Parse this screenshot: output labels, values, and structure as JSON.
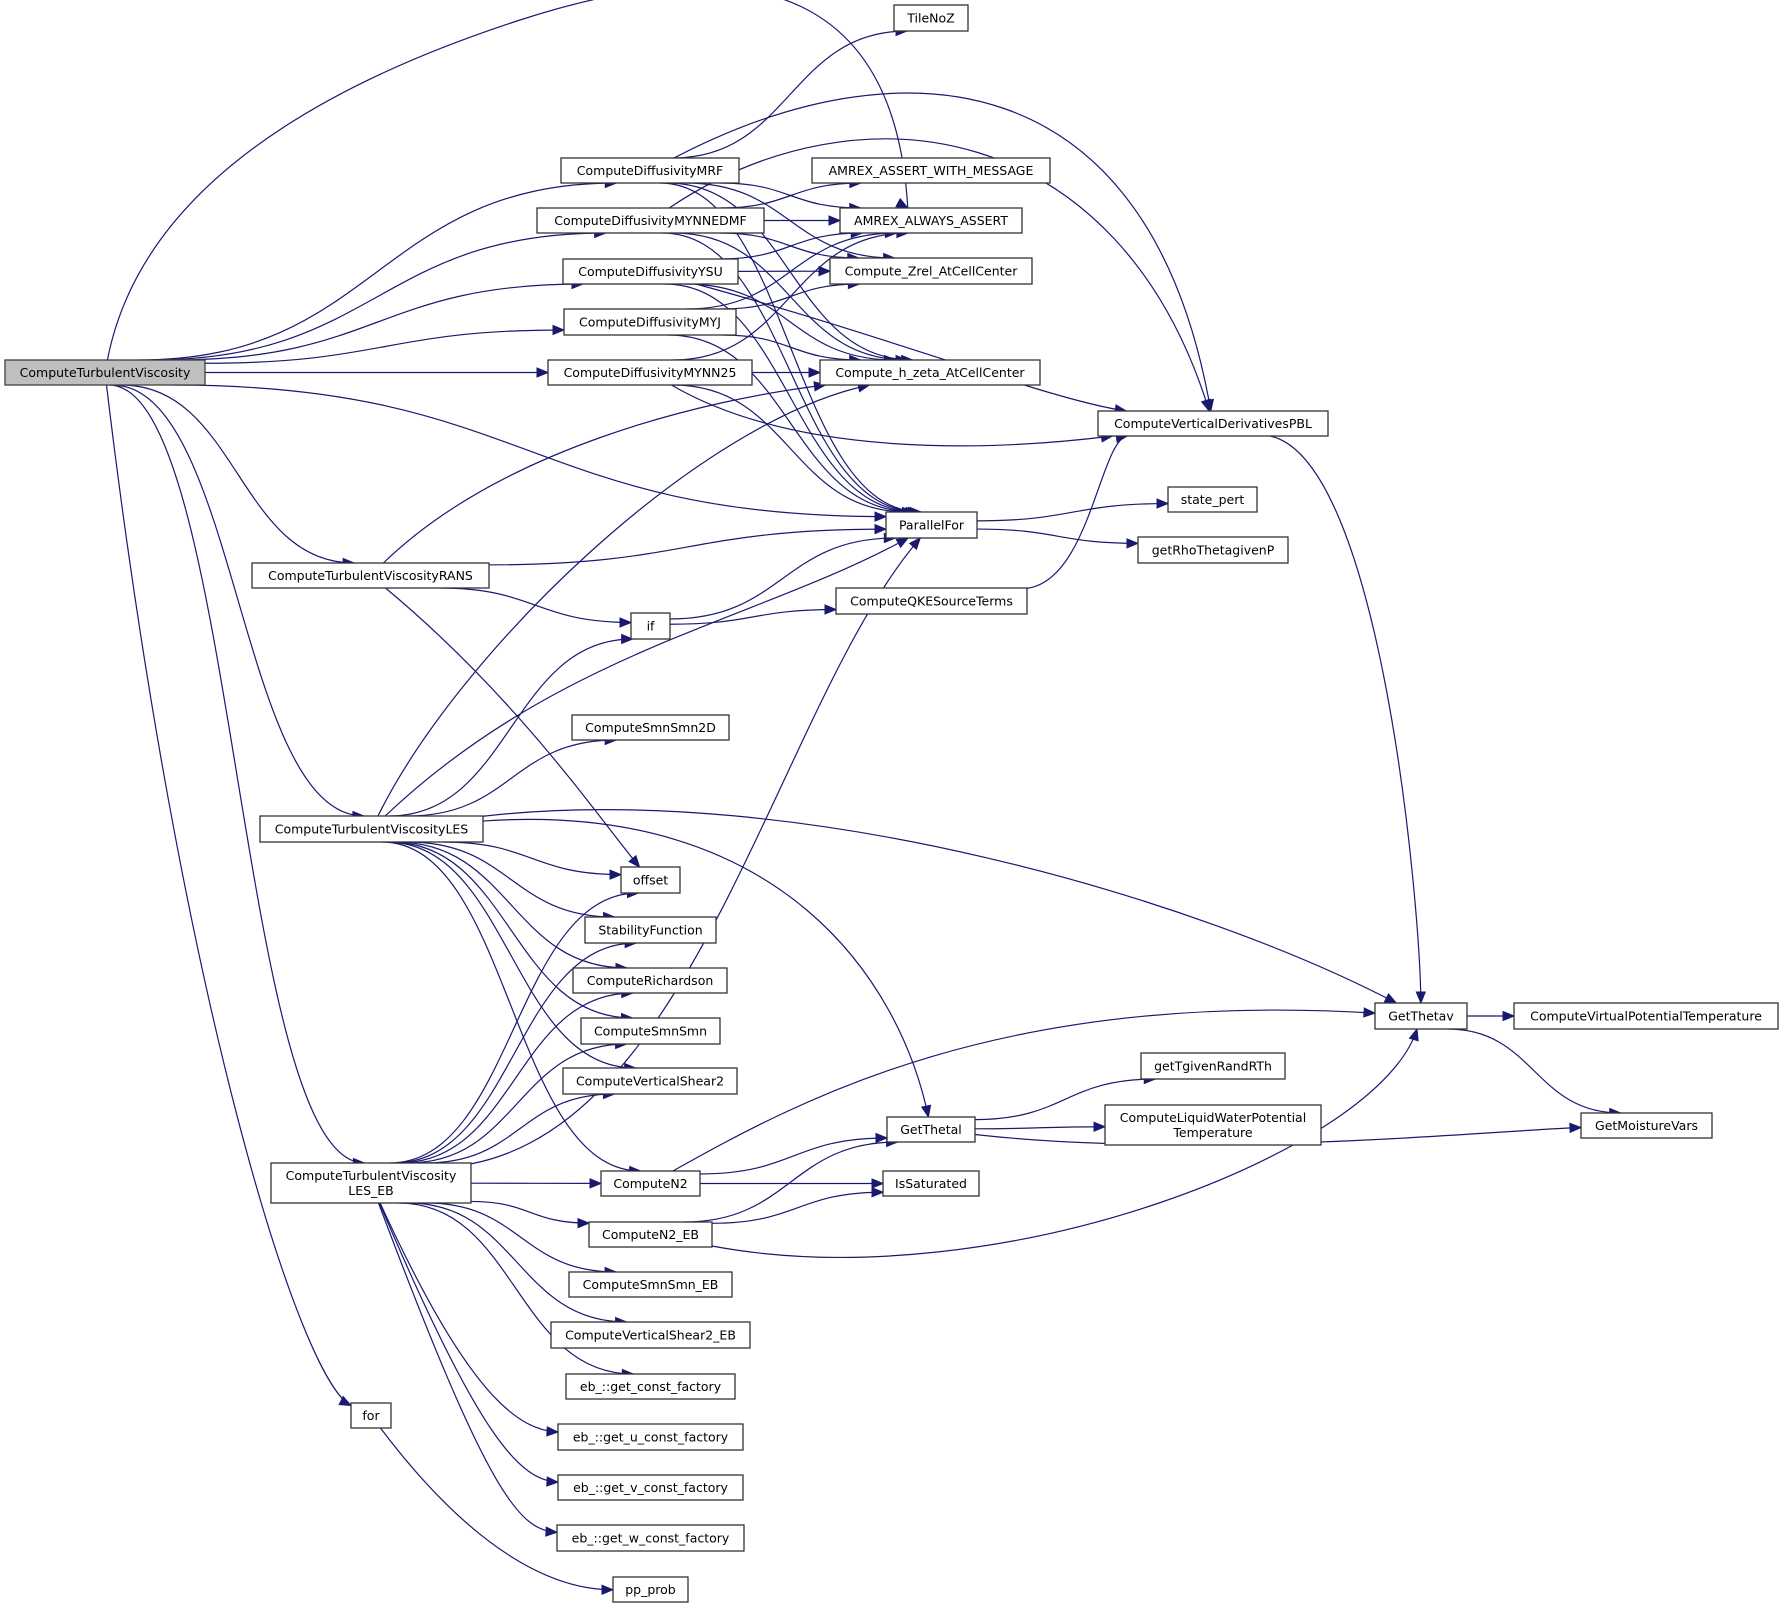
{
  "diagram": {
    "type": "call-graph",
    "root": "ComputeTurbulentViscosity",
    "colors": {
      "edge": "#191970",
      "root_fill": "#bfbfbf",
      "node_fill": "#ffffff",
      "node_border": "#333333"
    },
    "nodes": [
      {
        "id": "root",
        "label": [
          "ComputeTurbulentViscosity"
        ]
      },
      {
        "id": "tilenoz",
        "label": [
          "TileNoZ"
        ]
      },
      {
        "id": "mrf",
        "label": [
          "ComputeDiffusivityMRF"
        ]
      },
      {
        "id": "assertmsg",
        "label": [
          "AMREX_ASSERT_WITH_MESSAGE"
        ]
      },
      {
        "id": "mynnedmf",
        "label": [
          "ComputeDiffusivityMYNNEDMF"
        ]
      },
      {
        "id": "alwaysassert",
        "label": [
          "AMREX_ALWAYS_ASSERT"
        ]
      },
      {
        "id": "ysu",
        "label": [
          "ComputeDiffusivityYSU"
        ]
      },
      {
        "id": "zrel",
        "label": [
          "Compute_Zrel_AtCellCenter"
        ]
      },
      {
        "id": "myj",
        "label": [
          "ComputeDiffusivityMYJ"
        ]
      },
      {
        "id": "mynn25",
        "label": [
          "ComputeDiffusivityMYNN25"
        ]
      },
      {
        "id": "hzeta",
        "label": [
          "Compute_h_zeta_AtCellCenter"
        ]
      },
      {
        "id": "vderiv",
        "label": [
          "ComputeVerticalDerivativesPBL"
        ]
      },
      {
        "id": "parallelfor",
        "label": [
          "ParallelFor"
        ]
      },
      {
        "id": "statepert",
        "label": [
          "state_pert"
        ]
      },
      {
        "id": "rhotheta",
        "label": [
          "getRhoThetagivenP"
        ]
      },
      {
        "id": "rans",
        "label": [
          "ComputeTurbulentViscosityRANS"
        ]
      },
      {
        "id": "if",
        "label": [
          "if"
        ]
      },
      {
        "id": "qke",
        "label": [
          "ComputeQKESourceTerms"
        ]
      },
      {
        "id": "smn2d",
        "label": [
          "ComputeSmnSmn2D"
        ]
      },
      {
        "id": "les",
        "label": [
          "ComputeTurbulentViscosityLES"
        ]
      },
      {
        "id": "offset",
        "label": [
          "offset"
        ]
      },
      {
        "id": "stability",
        "label": [
          "StabilityFunction"
        ]
      },
      {
        "id": "richardson",
        "label": [
          "ComputeRichardson"
        ]
      },
      {
        "id": "smnsmn",
        "label": [
          "ComputeSmnSmn"
        ]
      },
      {
        "id": "vshear2",
        "label": [
          "ComputeVerticalShear2"
        ]
      },
      {
        "id": "getthetav",
        "label": [
          "GetThetav"
        ]
      },
      {
        "id": "cvpt",
        "label": [
          "ComputeVirtualPotentialTemperature"
        ]
      },
      {
        "id": "gettgiven",
        "label": [
          "getTgivenRandRTh"
        ]
      },
      {
        "id": "getthetal",
        "label": [
          "GetThetal"
        ]
      },
      {
        "id": "clwpt",
        "label": [
          "ComputeLiquidWaterPotential",
          "Temperature"
        ]
      },
      {
        "id": "moisture",
        "label": [
          "GetMoistureVars"
        ]
      },
      {
        "id": "leseb",
        "label": [
          "ComputeTurbulentViscosity",
          "LES_EB"
        ]
      },
      {
        "id": "n2",
        "label": [
          "ComputeN2"
        ]
      },
      {
        "id": "issat",
        "label": [
          "IsSaturated"
        ]
      },
      {
        "id": "n2eb",
        "label": [
          "ComputeN2_EB"
        ]
      },
      {
        "id": "smnsmneb",
        "label": [
          "ComputeSmnSmn_EB"
        ]
      },
      {
        "id": "vshear2eb",
        "label": [
          "ComputeVerticalShear2_EB"
        ]
      },
      {
        "id": "getconst",
        "label": [
          "eb_::get_const_factory"
        ]
      },
      {
        "id": "getu",
        "label": [
          "eb_::get_u_const_factory"
        ]
      },
      {
        "id": "getv",
        "label": [
          "eb_::get_v_const_factory"
        ]
      },
      {
        "id": "getw",
        "label": [
          "eb_::get_w_const_factory"
        ]
      },
      {
        "id": "for",
        "label": [
          "for"
        ]
      },
      {
        "id": "ppprob",
        "label": [
          "pp_prob"
        ]
      }
    ],
    "edges": [
      [
        "root",
        "mrf"
      ],
      [
        "root",
        "mynnedmf"
      ],
      [
        "root",
        "ysu"
      ],
      [
        "root",
        "myj"
      ],
      [
        "root",
        "mynn25"
      ],
      [
        "root",
        "alwaysassert"
      ],
      [
        "root",
        "parallelfor"
      ],
      [
        "root",
        "rans"
      ],
      [
        "root",
        "les"
      ],
      [
        "root",
        "leseb"
      ],
      [
        "root",
        "for"
      ],
      [
        "mrf",
        "tilenoz"
      ],
      [
        "mrf",
        "vderiv"
      ],
      [
        "mrf",
        "alwaysassert"
      ],
      [
        "mrf",
        "zrel"
      ],
      [
        "mrf",
        "hzeta"
      ],
      [
        "mrf",
        "parallelfor"
      ],
      [
        "mynnedmf",
        "assertmsg"
      ],
      [
        "mynnedmf",
        "alwaysassert"
      ],
      [
        "mynnedmf",
        "zrel"
      ],
      [
        "mynnedmf",
        "hzeta"
      ],
      [
        "mynnedmf",
        "vderiv"
      ],
      [
        "mynnedmf",
        "parallelfor"
      ],
      [
        "ysu",
        "alwaysassert"
      ],
      [
        "ysu",
        "zrel"
      ],
      [
        "ysu",
        "hzeta"
      ],
      [
        "ysu",
        "vderiv"
      ],
      [
        "ysu",
        "parallelfor"
      ],
      [
        "myj",
        "alwaysassert"
      ],
      [
        "myj",
        "zrel"
      ],
      [
        "myj",
        "hzeta"
      ],
      [
        "myj",
        "parallelfor"
      ],
      [
        "mynn25",
        "alwaysassert"
      ],
      [
        "mynn25",
        "hzeta"
      ],
      [
        "mynn25",
        "vderiv"
      ],
      [
        "mynn25",
        "parallelfor"
      ],
      [
        "vderiv",
        "getthetav"
      ],
      [
        "parallelfor",
        "statepert"
      ],
      [
        "parallelfor",
        "rhotheta"
      ],
      [
        "rans",
        "hzeta"
      ],
      [
        "rans",
        "parallelfor"
      ],
      [
        "rans",
        "if"
      ],
      [
        "rans",
        "offset"
      ],
      [
        "if",
        "parallelfor"
      ],
      [
        "if",
        "qke"
      ],
      [
        "qke",
        "vderiv"
      ],
      [
        "les",
        "hzeta"
      ],
      [
        "les",
        "parallelfor"
      ],
      [
        "les",
        "if"
      ],
      [
        "les",
        "smn2d"
      ],
      [
        "les",
        "offset"
      ],
      [
        "les",
        "stability"
      ],
      [
        "les",
        "richardson"
      ],
      [
        "les",
        "smnsmn"
      ],
      [
        "les",
        "vshear2"
      ],
      [
        "les",
        "getthetav"
      ],
      [
        "les",
        "getthetal"
      ],
      [
        "les",
        "n2"
      ],
      [
        "leseb",
        "parallelfor"
      ],
      [
        "leseb",
        "offset"
      ],
      [
        "leseb",
        "stability"
      ],
      [
        "leseb",
        "richardson"
      ],
      [
        "leseb",
        "smnsmn"
      ],
      [
        "leseb",
        "vshear2"
      ],
      [
        "leseb",
        "n2"
      ],
      [
        "leseb",
        "n2eb"
      ],
      [
        "leseb",
        "smnsmneb"
      ],
      [
        "leseb",
        "vshear2eb"
      ],
      [
        "leseb",
        "getconst"
      ],
      [
        "leseb",
        "getu"
      ],
      [
        "leseb",
        "getv"
      ],
      [
        "leseb",
        "getw"
      ],
      [
        "n2",
        "getthetav"
      ],
      [
        "n2",
        "getthetal"
      ],
      [
        "n2",
        "issat"
      ],
      [
        "n2eb",
        "getthetal"
      ],
      [
        "n2eb",
        "issat"
      ],
      [
        "n2eb",
        "getthetav"
      ],
      [
        "getthetal",
        "gettgiven"
      ],
      [
        "getthetal",
        "clwpt"
      ],
      [
        "getthetal",
        "moisture"
      ],
      [
        "getthetav",
        "cvpt"
      ],
      [
        "getthetav",
        "moisture"
      ],
      [
        "for",
        "ppprob"
      ]
    ]
  }
}
